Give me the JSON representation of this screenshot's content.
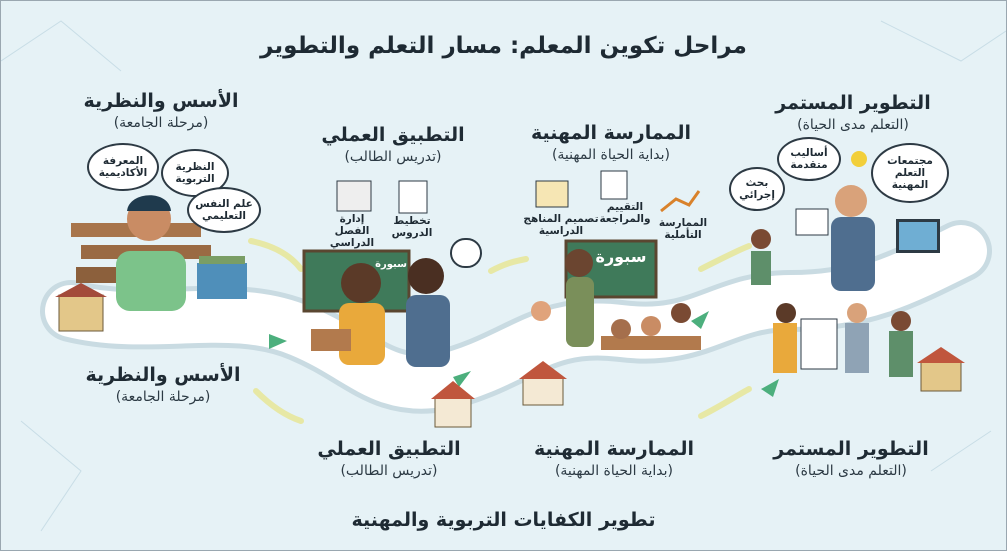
{
  "header": {
    "title": "مراحل تكوين المعلم: مسار التعلم والتطوير"
  },
  "footer": {
    "title": "تطوير الكفايات التربوية والمهنية"
  },
  "stages_top": [
    {
      "title": "الأسس والنظرية",
      "subtitle": "(مرحلة الجامعة)"
    },
    {
      "title": "التطبيق العملي",
      "subtitle": "(تدريس الطالب)"
    },
    {
      "title": "الممارسة المهنية",
      "subtitle": "(بداية الحياة المهنية)"
    },
    {
      "title": "التطوير المستمر",
      "subtitle": "(التعلم مدى الحياة)"
    }
  ],
  "stages_bottom": [
    {
      "title": "الأسس والنظرية",
      "subtitle": "(مرحلة الجامعة)"
    },
    {
      "title": "التطبيق العملي",
      "subtitle": "(تدريس الطالب)"
    },
    {
      "title": "الممارسة المهنية",
      "subtitle": "(بداية الحياة المهنية)"
    },
    {
      "title": "التطوير المستمر",
      "subtitle": "(التعلم مدى الحياة)"
    }
  ],
  "bubbles": {
    "academic": "المعرفة الأكاديمية",
    "pedagogy": "النظرية التربوية",
    "psychology": "علم النفس التعليمي",
    "research": "بحث إجرائي",
    "advanced": "أساليب متقدمة",
    "communities": "مجتمعات التعلم المهنية"
  },
  "labels": {
    "classroom": "إدارة الفصل الدراسي",
    "planning": "تخطيط الدروس",
    "curriculum": "تصميم المناهج الدراسية",
    "assessment": "التقييم والمراجعة",
    "reflective": "الممارسة التأملية"
  },
  "boards": {
    "board1": "سبورة",
    "board2": "سبورة"
  },
  "colors": {
    "background": "#e6f2f6",
    "path": "#ffffff",
    "arrow": "#4caf7d",
    "text": "#1e2a33"
  }
}
